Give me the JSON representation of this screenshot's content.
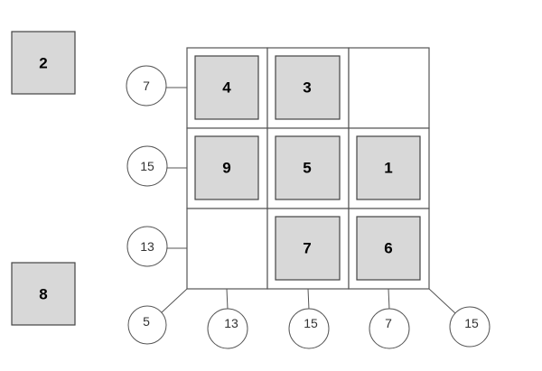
{
  "puzzle": {
    "grid": [
      [
        "4",
        "3",
        ""
      ],
      [
        "9",
        "5",
        "1"
      ],
      [
        "",
        "7",
        "6"
      ]
    ],
    "loose_tiles": [
      "2",
      "8"
    ],
    "row_clues": [
      "7",
      "15",
      "13"
    ],
    "column_clues": [
      "13",
      "15",
      "7"
    ],
    "diagonal_clues": {
      "anti_diagonal": "5",
      "main_diagonal": "15"
    },
    "colors": {
      "tile_fill": "#d8d8d8",
      "border": "#555555",
      "background": "#ffffff"
    }
  }
}
